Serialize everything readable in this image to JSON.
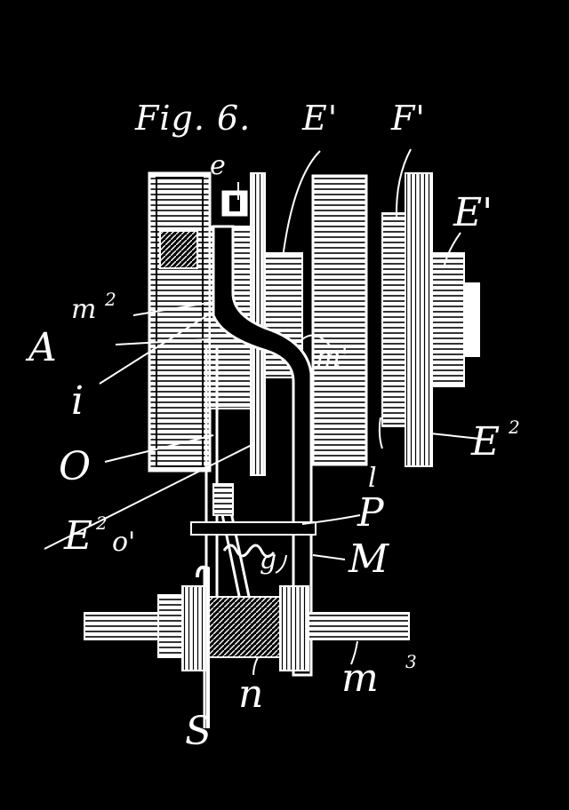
{
  "figure": {
    "title": "Fig. 6.",
    "colors": {
      "background": "#000000",
      "ink": "#ffffff"
    }
  },
  "labels": {
    "E_prime_top": "E'",
    "F_prime_top": "F'",
    "e": "e",
    "E_prime_right": "E'",
    "m2": "m",
    "m2_sup": "2",
    "A": "A",
    "m_prime": "m'",
    "i": "i",
    "O": "O",
    "E2_right": "E",
    "E2_right_sup": "2",
    "l": "l",
    "E2_left": "E",
    "E2_left_sup": "2",
    "o_prime": "o'",
    "P": "P",
    "M": "M",
    "g": "g",
    "m3": "m",
    "m3_sup": "3",
    "n": "n",
    "S": "S"
  }
}
